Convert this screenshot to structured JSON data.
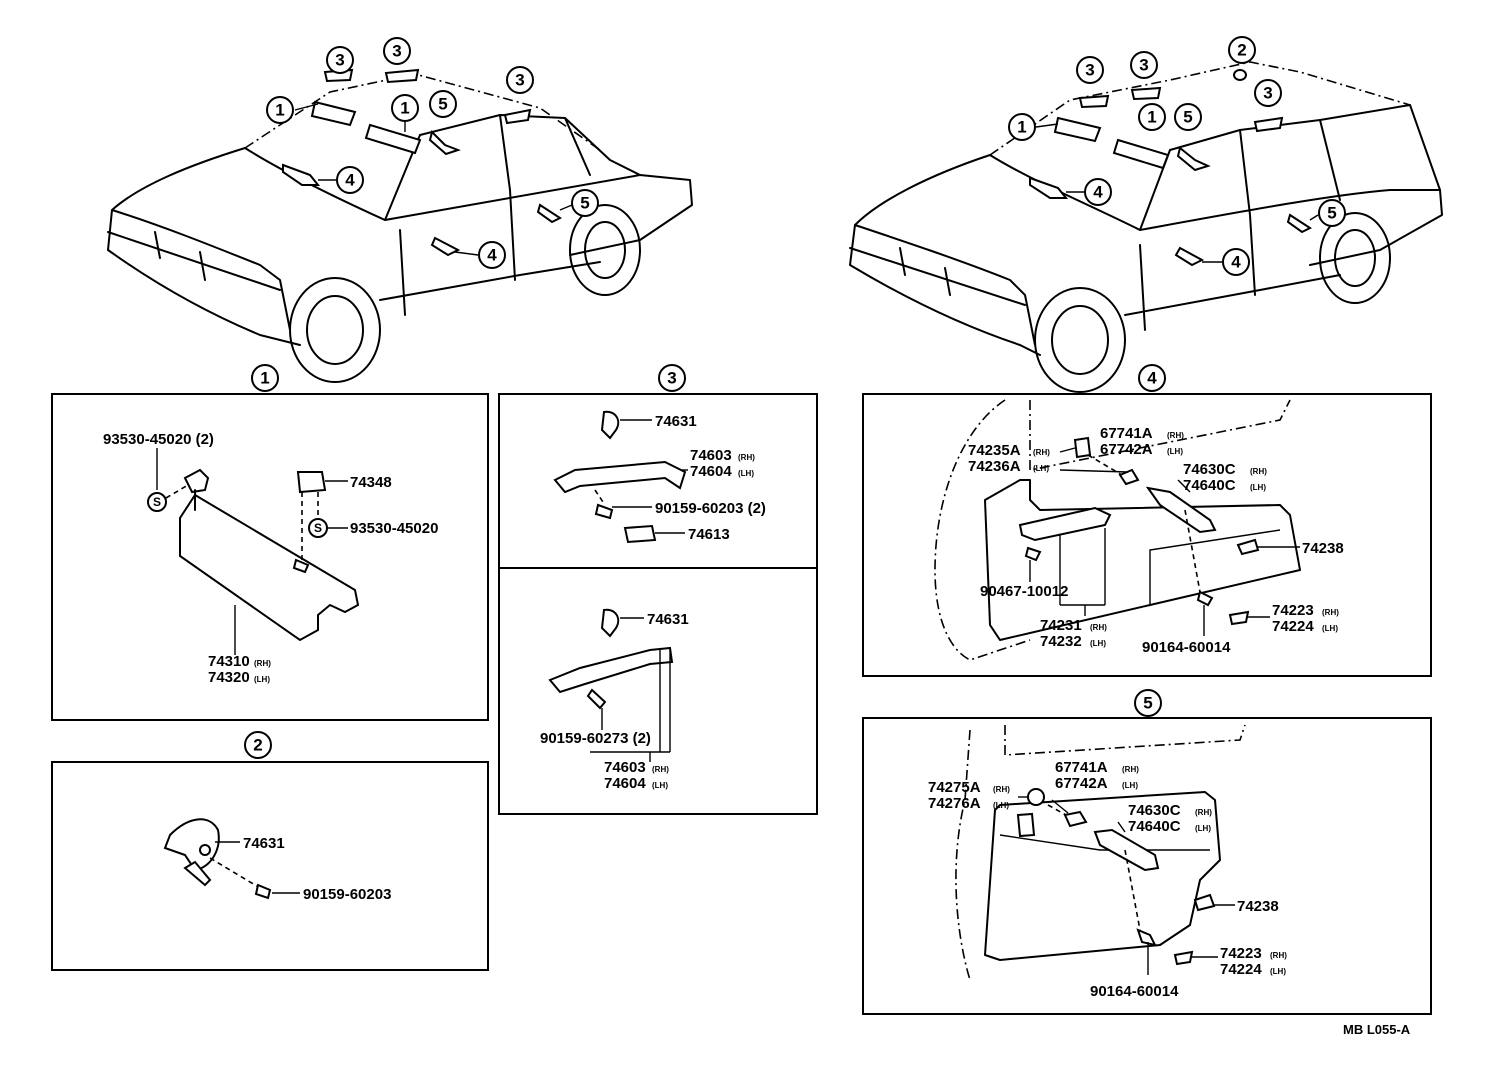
{
  "callouts": {
    "c1": "1",
    "c2": "2",
    "c3": "3",
    "c4": "4",
    "c5": "5",
    "s": "S"
  },
  "parts": {
    "p93530_45020_2": "93530-45020 (2)",
    "p93530_45020": "93530-45020",
    "p74348": "74348",
    "p74310": "74310",
    "p74320": "74320",
    "p74631": "74631",
    "p74603": "74603",
    "p74604": "74604",
    "p90159_60203_2": "90159-60203 (2)",
    "p90159_60203": "90159-60203",
    "p74613": "74613",
    "p90159_60273_2": "90159-60273 (2)",
    "p74235A": "74235A",
    "p74236A": "74236A",
    "p67741A": "67741A",
    "p67742A": "67742A",
    "p74630C": "74630C",
    "p74640C": "74640C",
    "p74238": "74238",
    "p90467_10012": "90467-10012",
    "p74231": "74231",
    "p74232": "74232",
    "p90164_60014": "90164-60014",
    "p74223": "74223",
    "p74224": "74224",
    "p74275A": "74275A",
    "p74276A": "74276A"
  },
  "sides": {
    "rh": "(RH)",
    "lh": "(LH)"
  },
  "figure_code": "MB L055-A"
}
